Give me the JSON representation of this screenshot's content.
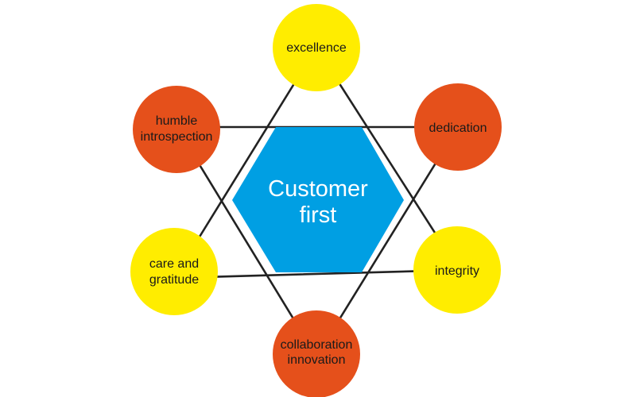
{
  "center": {
    "line1": "Customer",
    "line2": "first"
  },
  "nodes": {
    "excellence": {
      "line1": "excellence"
    },
    "dedication": {
      "line1": "dedication"
    },
    "integrity": {
      "line1": "integrity"
    },
    "collaboration": {
      "line1": "collaboration",
      "line2": "innovation"
    },
    "care": {
      "line1": "care and",
      "line2": "gratitude"
    },
    "humble": {
      "line1": "humble",
      "line2": "introspection"
    }
  },
  "colors": {
    "hexagon": "#009fe3",
    "yellow": "#ffed00",
    "orange": "#e5501b",
    "line": "#222222",
    "text": "#1a1a1a"
  }
}
